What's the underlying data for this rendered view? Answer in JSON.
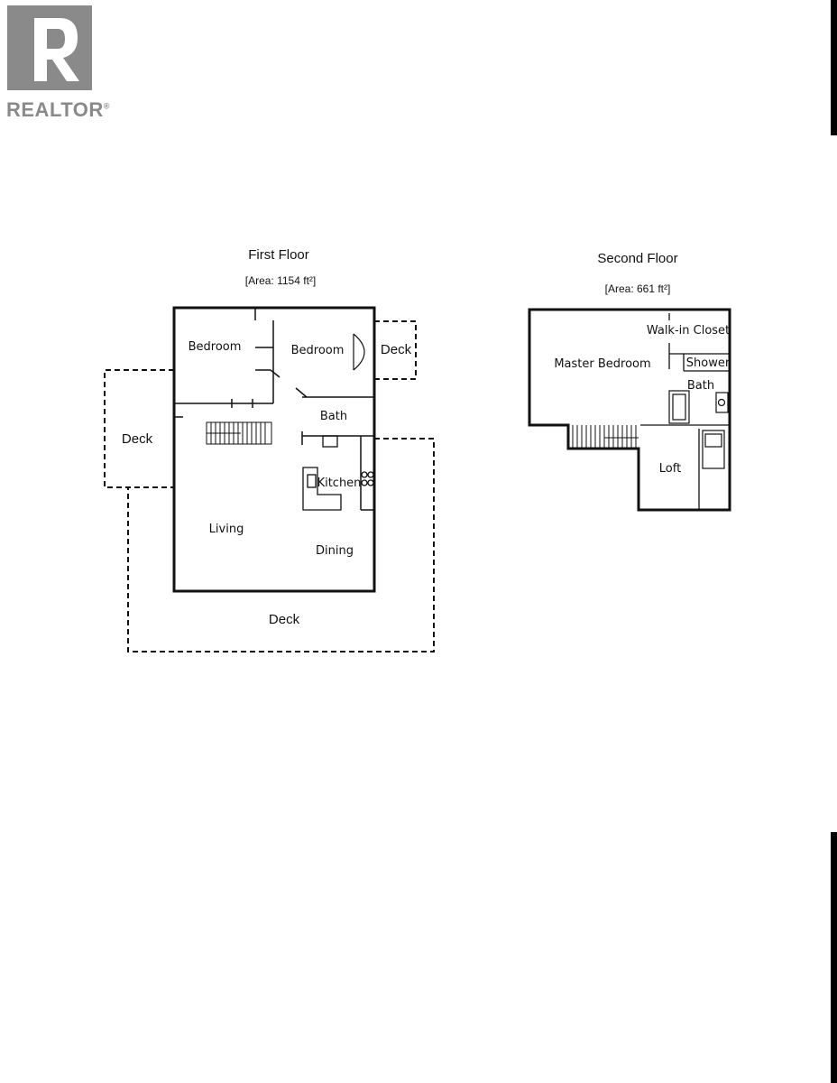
{
  "logo": {
    "text": "REALTOR",
    "mark": "®"
  },
  "first_floor": {
    "title": "First Floor",
    "area": "[Area: 1154 ft²]",
    "rooms": {
      "bedroom_1": "Bedroom",
      "bedroom_2": "Bedroom",
      "bath": "Bath",
      "kitchen": "Kitchen",
      "living": "Living",
      "dining": "Dining",
      "deck_left": "Deck",
      "deck_top_right": "Deck",
      "deck_bottom": "Deck"
    }
  },
  "second_floor": {
    "title": "Second Floor",
    "area": "[Area: 661 ft²]",
    "rooms": {
      "walk_in_closet": "Walk-in Closet",
      "master_bedroom": "Master Bedroom",
      "shower": "Shower",
      "bath": "Bath",
      "loft": "Loft"
    }
  },
  "colors": {
    "line": "#111111",
    "logo": "#8a8a8a"
  }
}
